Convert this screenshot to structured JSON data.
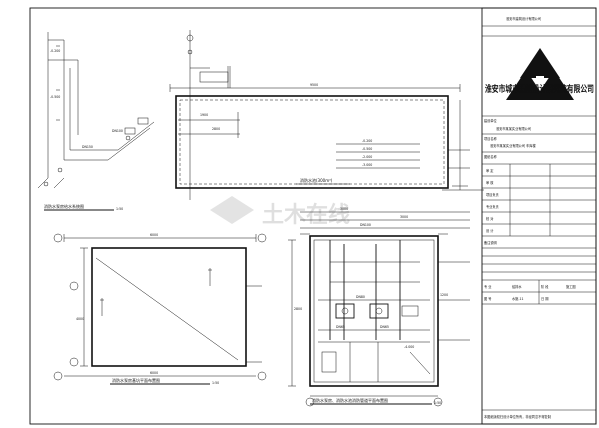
{
  "sheet": {
    "figure_titles": {
      "riser_diagram": "消防水泵房给水系统图",
      "pit_plan": "消防水泵房基坑平面布置图",
      "pump_room_plan": "消防水泵房、消防水池消防管道平面布置图"
    },
    "scales": {
      "riser_diagram": "1:50",
      "pit_plan": "1:50",
      "pump_room_plan": "1:50"
    },
    "annotations": {
      "pool_volume": "消防水池(300m³)",
      "elevations": [
        "-0.200",
        "-0.500",
        "-2.000",
        "-3.000",
        "-4.000"
      ],
      "pipe_marks": [
        "DN150",
        "DN100",
        "DN100",
        "DN80",
        "DN65",
        "DN65"
      ],
      "dimensions": [
        "9500",
        "1900",
        "2800",
        "2800",
        "4000",
        "1200",
        "3000",
        "3000",
        "6000",
        "6000"
      ]
    }
  },
  "title_block": {
    "project_owner": "淮安市建筑设计有限公司",
    "company": "淮安市城市建设设计研究院有限公司",
    "client_label": "建设单位",
    "client_value": "淮安市某某实业有限公司",
    "project_label": "项目名称",
    "project_value": "淮安市某某实业有限公司 车库楼",
    "drawing_title_label": "图纸名称",
    "roles": [
      "审 定",
      "审 核",
      "项目负责",
      "专业负责",
      "校 对",
      "设 计"
    ],
    "notes_label": "备注说明",
    "discipline_label": "专 业",
    "discipline": "给排水",
    "stage_label": "阶 段",
    "stage": "施工图",
    "sheet_no_label": "图 号",
    "sheet_no": "水施-11",
    "date_label": "日 期",
    "bottom_note": "本图纸版权归设计单位所有，非经同意不得复制"
  },
  "watermark": "土木在线"
}
